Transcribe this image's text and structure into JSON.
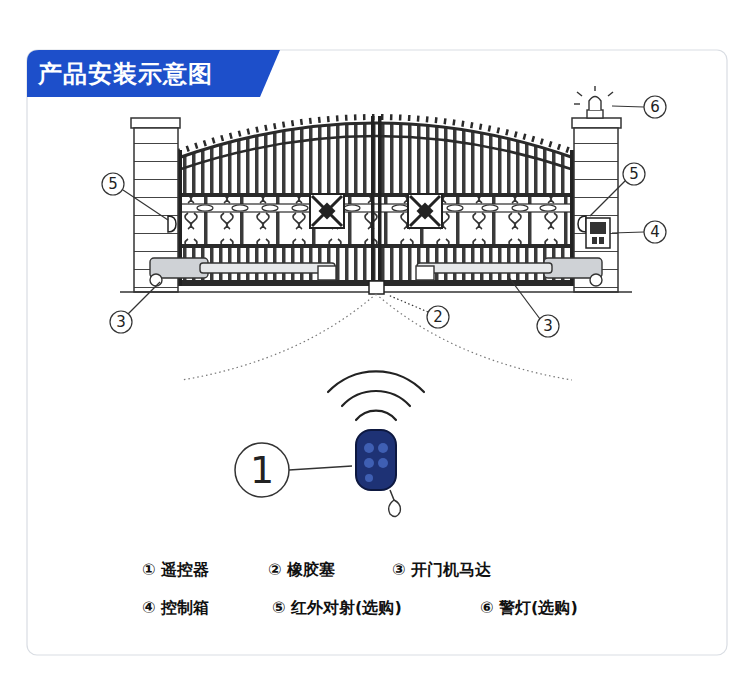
{
  "diagram": {
    "title": "产品安装示意图",
    "labels": [
      "5",
      "6",
      "5",
      "4",
      "3",
      "2",
      "3",
      "1",
      "① 遥控器",
      "② 橡胶塞",
      "③ 开门机马达",
      "④ 控制箱",
      "⑤ 红外对射(选购)",
      "⑥ 警灯(选购)"
    ]
  }
}
